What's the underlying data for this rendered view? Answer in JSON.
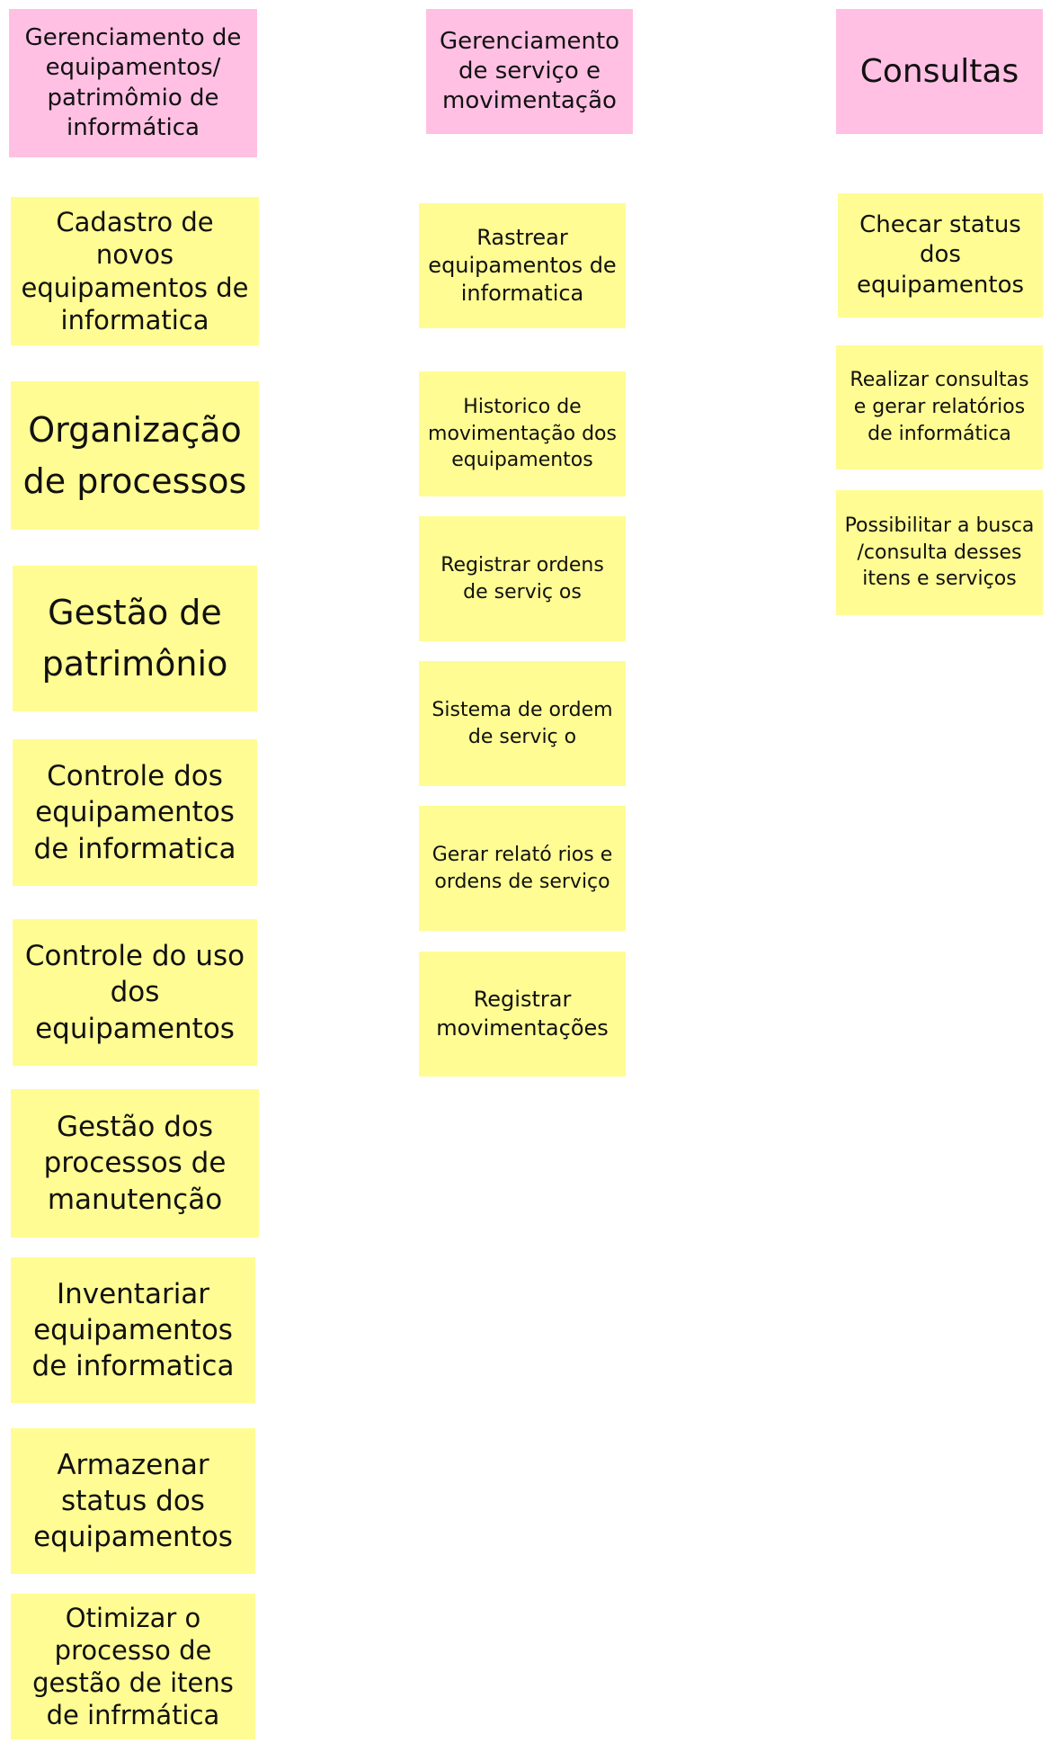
{
  "headers": [
    "Gerenciamento de equipamentos/ patrimômio de informática",
    "Gerenciamento de serviço e movimentação",
    "Consultas"
  ],
  "column1": [
    "Cadastro de novos equipamentos de informatica",
    "Organização de processos",
    "Gestão de patrimônio",
    "Controle dos equipamentos de informatica",
    "Controle do uso dos equipamentos",
    "Gestão dos processos de manutenção",
    "Inventariar equipamentos de informatica",
    "Armazenar status dos equipamentos",
    "Otimizar o processo de gestão de itens de infrmática"
  ],
  "column2": [
    "Rastrear equipamentos de informatica",
    "Historico de movimentação dos equipamentos",
    "Registrar ordens de serviç os",
    "Sistema de ordem de serviç o",
    "Gerar relató rios e ordens de serviço",
    "Registrar movimentações"
  ],
  "column3": [
    "Checar status dos equipamentos",
    "Realizar consultas e gerar relatórios de informática",
    "Possibilitar a busca /consulta desses itens e serviços"
  ],
  "colors": {
    "header": "#ffc0e3",
    "sticky": "#fffc93"
  }
}
